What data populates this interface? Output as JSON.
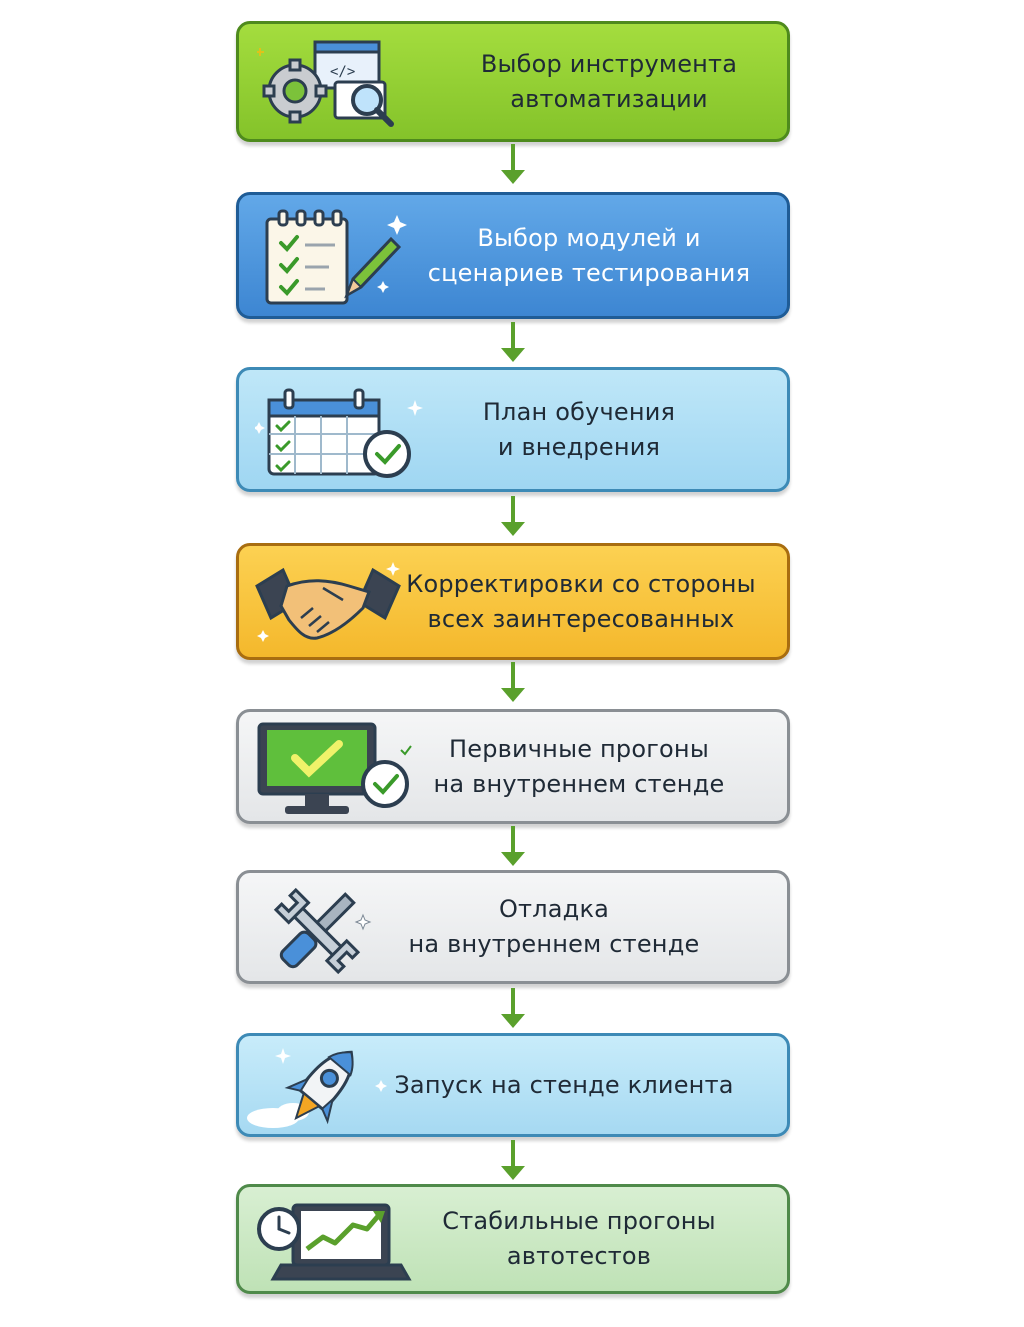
{
  "steps": [
    {
      "lines": [
        "Выбор инструмента",
        "автоматизации"
      ],
      "icon": "gears-code-magnifier-icon"
    },
    {
      "lines": [
        "Выбор модулей и",
        "сценариев тестирования"
      ],
      "icon": "checklist-pencil-icon"
    },
    {
      "lines": [
        "План обучения",
        "и внедрения"
      ],
      "icon": "calendar-clock-icon"
    },
    {
      "lines": [
        "Корректировки со стороны",
        "всех заинтересованных"
      ],
      "icon": "handshake-icon"
    },
    {
      "lines": [
        "Первичные прогоны",
        "на внутреннем стенде"
      ],
      "icon": "monitor-check-icon"
    },
    {
      "lines": [
        "Отладка",
        "на внутреннем стенде"
      ],
      "icon": "tools-icon"
    },
    {
      "lines": [
        "Запуск на стенде клиента"
      ],
      "icon": "rocket-icon"
    },
    {
      "lines": [
        "Стабильные прогоны",
        "автотестов"
      ],
      "icon": "laptop-growth-chart-icon"
    }
  ],
  "colors": {
    "arrow": "#5aa02c",
    "step1": "#94d037",
    "step2": "#4a93dc",
    "step3": "#aee0f6",
    "step4": "#f7c33d",
    "step5": "#eceef0",
    "step6": "#eceef0",
    "step7": "#b5e2f6",
    "step8": "#cae8c2"
  }
}
